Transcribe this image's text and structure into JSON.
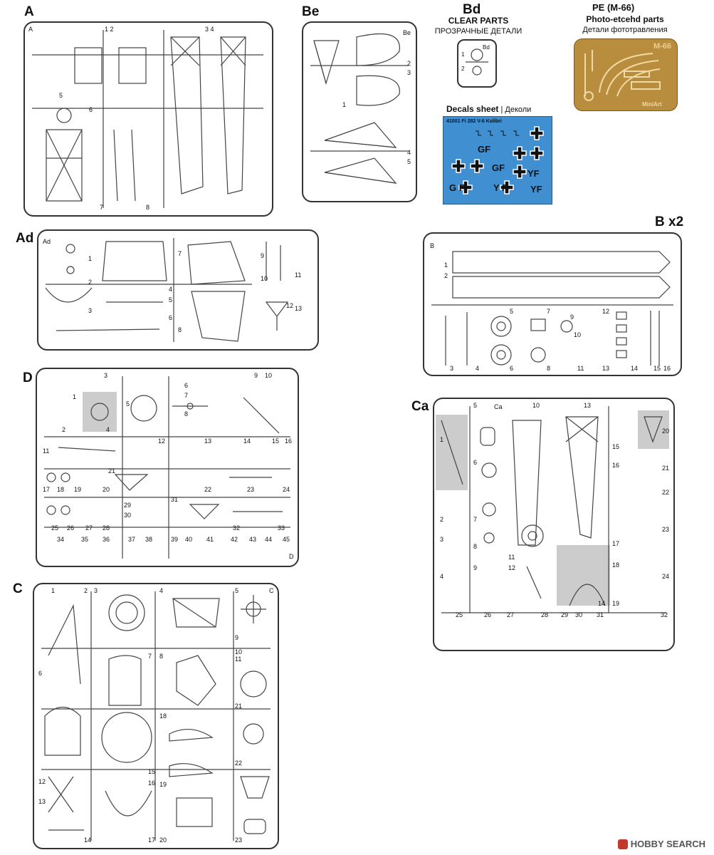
{
  "labels": {
    "A": "A",
    "Be": "Be",
    "Bd": "Bd",
    "PE": "PE (M-66)",
    "Ad": "Ad",
    "Bx2": "B x2",
    "D": "D",
    "Ca": "Ca",
    "C": "C"
  },
  "bd": {
    "line1": "CLEAR PARTS",
    "line2": "ПРОЗРАЧНЫЕ ДЕТАЛИ"
  },
  "pe": {
    "line1": "Photo-etcehd parts",
    "line2": "Детали фототравления",
    "code": "M-66"
  },
  "decals": {
    "title": "Decals sheet",
    "title_ru": "Деколи",
    "sheet_header": "41001  Fi 282 V-6 Kolibri",
    "codes": [
      "GF",
      "GF",
      "G F",
      "Y F",
      "YF",
      "YF"
    ]
  },
  "watermark": {
    "brand": "HOBBY SEARCH"
  },
  "colors": {
    "decal_bg": "#3f8fd1",
    "pe_metal": "#b98d3e",
    "sprue_line": "#333333"
  }
}
